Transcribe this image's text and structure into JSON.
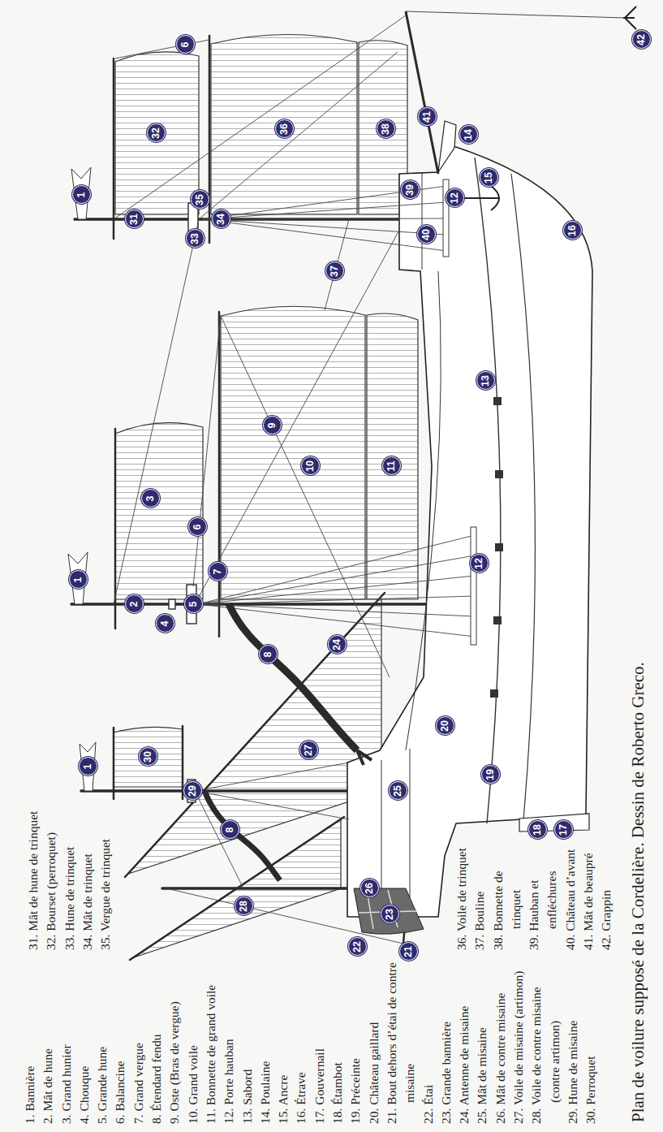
{
  "diagram": {
    "caption": "Plan de voilure supposé de la Cordelière. Dessin de Roberto Greco.",
    "labels": [
      "1. Bannière",
      "2. Mât de hune",
      "3. Grand hunier",
      "4. Chouque",
      "5. Grande hune",
      "6. Balancine",
      "7. Grand vergue",
      "8. Étendard fendu",
      "9. Oste (Bras de vergue)",
      "10. Grand voile",
      "11. Bonnette de grand voile",
      "12. Porte hauban",
      "13. Sabord",
      "14. Poulaine",
      "15. Ancre",
      "16. Étrave",
      "17. Gouvernail",
      "18. Étambot",
      "19. Préceinte",
      "20. Château gaillard",
      "21. Bout dehors d’étai de contre misaine",
      "22. Étai",
      "23. Grande bannière",
      "24. Antenne de misaine",
      "25. Mât de misaine",
      "26. Mât de contre misaine",
      "27. Voile de misaine (artimon)",
      "28. Voile de contre misaine (contre artimon)",
      "29. Hune de misaine",
      "30. Perroquet",
      "31. Mât de hune de trinquet",
      "32. Bourset (perroquet)",
      "33. Hune de trinquet",
      "34. Mât de trinquet",
      "35. Vergue de trinquet",
      "36. Voile de trinquet",
      "37. Bouline",
      "38. Bonnette de trinquet",
      "39. Hauban et enfléchures",
      "40. Château d’avant",
      "41. Mât de beaupré",
      "42. Grappin",
      "1",
      "1",
      "1",
      "2",
      "3",
      "4",
      "5",
      "6",
      "6",
      "7",
      "8",
      "8",
      "9",
      "10",
      "11",
      "12",
      "12",
      "13",
      "14",
      "15",
      "16",
      "17",
      "18",
      "19",
      "20",
      "21",
      "22",
      "23",
      "24",
      "25",
      "26",
      "27",
      "28",
      "29",
      "30",
      "31",
      "32",
      "33",
      "34",
      "35",
      "36",
      "37",
      "38",
      "39",
      "40",
      "41",
      "42"
    ]
  }
}
